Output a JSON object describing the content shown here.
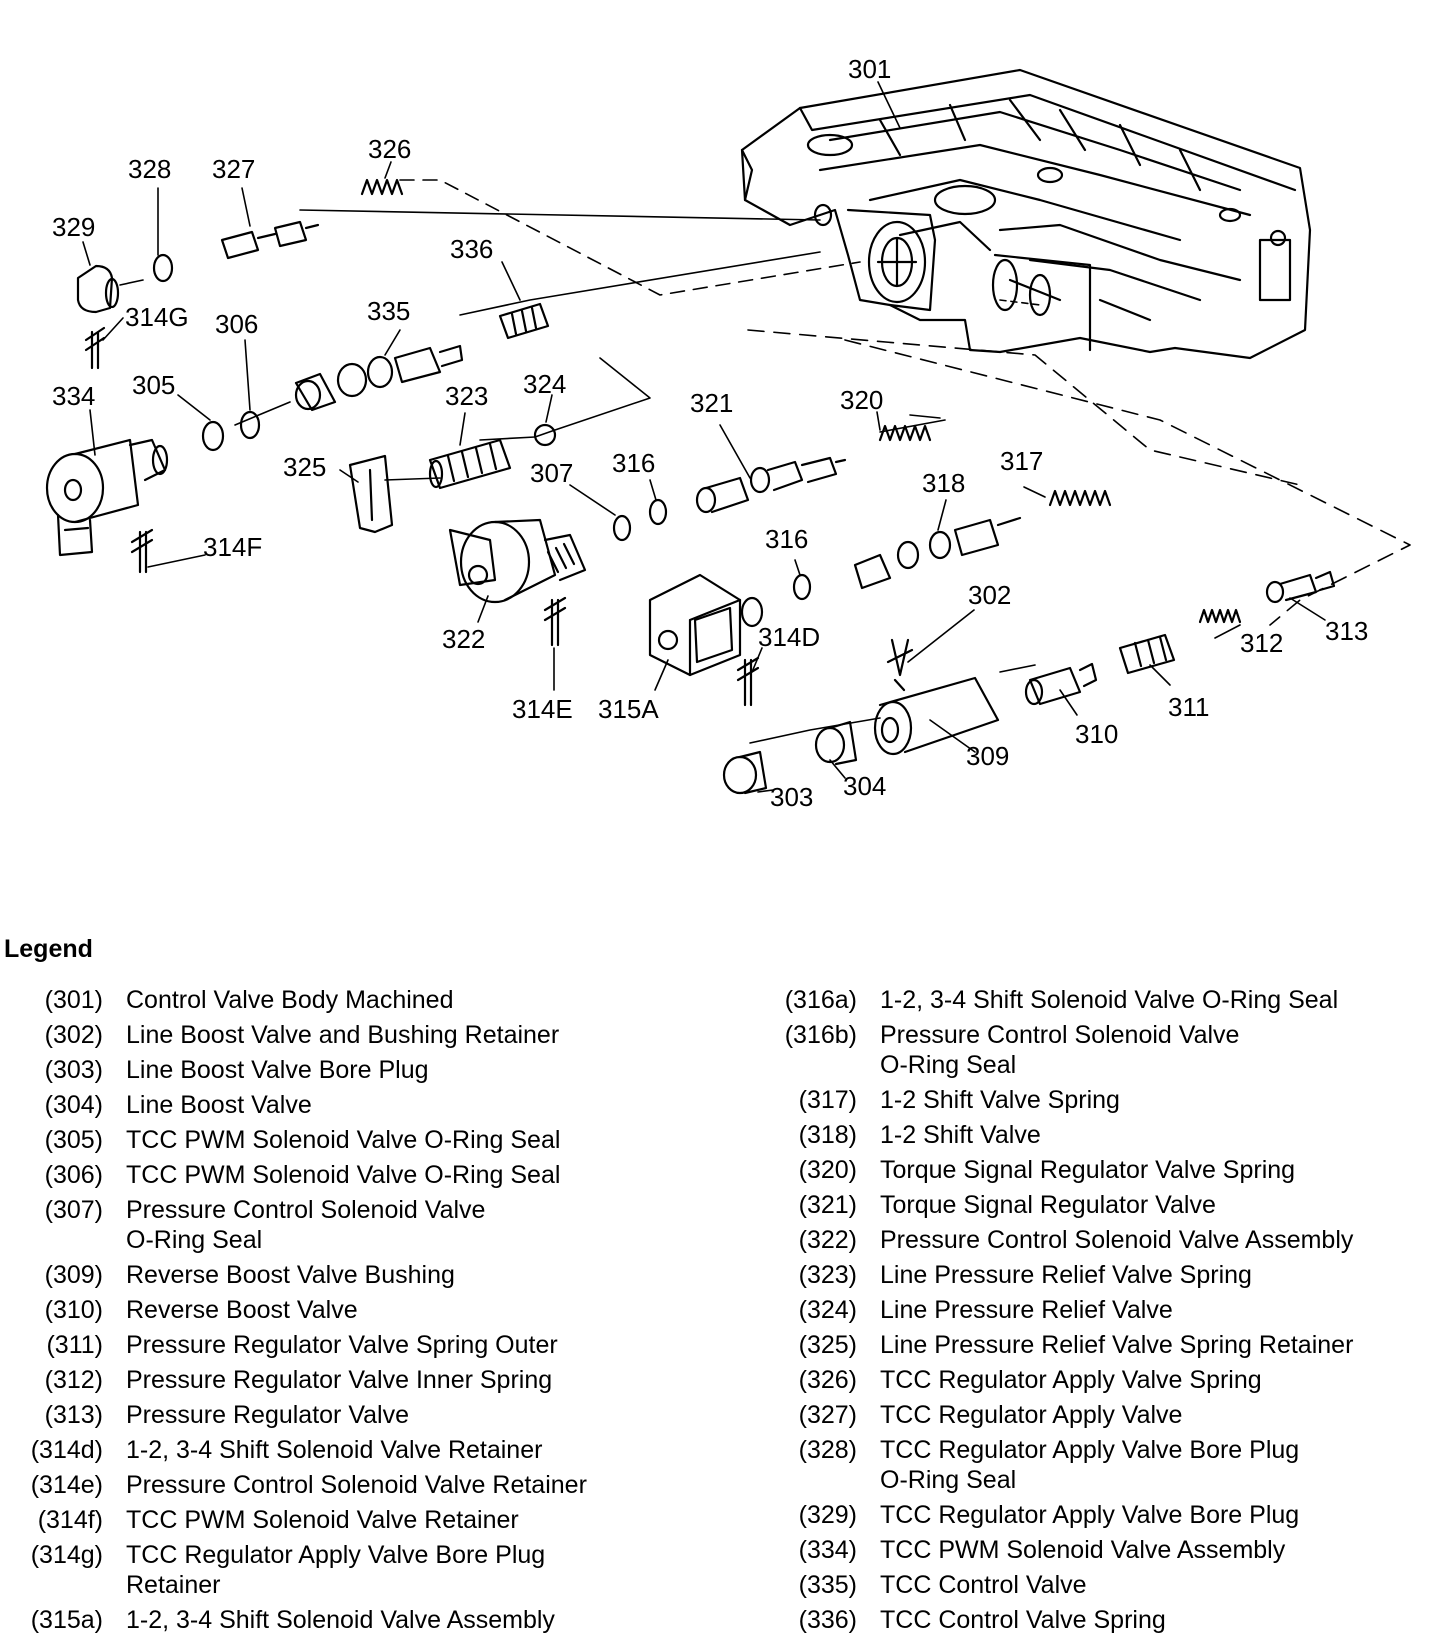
{
  "callouts": {
    "c301": "301",
    "c326": "326",
    "c327": "327",
    "c328": "328",
    "c329": "329",
    "c336": "336",
    "c314g": "314G",
    "c306": "306",
    "c335": "335",
    "c334": "334",
    "c305": "305",
    "c323": "323",
    "c324": "324",
    "c321": "321",
    "c320": "320",
    "c325": "325",
    "c307": "307",
    "c316a": "316",
    "c317": "317",
    "c318": "318",
    "c314f": "314F",
    "c316b": "316",
    "c322": "322",
    "c302": "302",
    "c313": "313",
    "c314d": "314D",
    "c312": "312",
    "c311": "311",
    "c314e": "314E",
    "c315a": "315A",
    "c310": "310",
    "c309": "309",
    "c304": "304",
    "c303": "303"
  },
  "legend": {
    "title": "Legend",
    "left": [
      {
        "code": "(301)",
        "text": "Control Valve Body Machined"
      },
      {
        "code": "(302)",
        "text": "Line Boost Valve and Bushing Retainer"
      },
      {
        "code": "(303)",
        "text": "Line Boost Valve Bore Plug"
      },
      {
        "code": "(304)",
        "text": "Line Boost Valve"
      },
      {
        "code": "(305)",
        "text": "TCC PWM Solenoid Valve O-Ring Seal"
      },
      {
        "code": "(306)",
        "text": "TCC PWM Solenoid Valve O-Ring Seal"
      },
      {
        "code": "(307)",
        "text": "Pressure Control Solenoid Valve\nO-Ring Seal"
      },
      {
        "code": "(309)",
        "text": "Reverse Boost Valve Bushing"
      },
      {
        "code": "(310)",
        "text": "Reverse Boost Valve"
      },
      {
        "code": "(311)",
        "text": "Pressure Regulator Valve Spring Outer"
      },
      {
        "code": "(312)",
        "text": "Pressure Regulator Valve Inner Spring"
      },
      {
        "code": "(313)",
        "text": "Pressure Regulator Valve"
      },
      {
        "code": "(314d)",
        "text": "1-2, 3-4 Shift Solenoid Valve Retainer"
      },
      {
        "code": "(314e)",
        "text": "Pressure Control Solenoid Valve Retainer"
      },
      {
        "code": "(314f)",
        "text": "TCC PWM Solenoid Valve Retainer"
      },
      {
        "code": "(314g)",
        "text": "TCC Regulator Apply Valve Bore Plug\nRetainer"
      },
      {
        "code": "(315a)",
        "text": "1-2, 3-4 Shift Solenoid Valve Assembly"
      }
    ],
    "right": [
      {
        "code": "(316a)",
        "text": "1-2, 3-4 Shift Solenoid Valve O-Ring Seal"
      },
      {
        "code": "(316b)",
        "text": "Pressure Control Solenoid Valve\nO-Ring Seal"
      },
      {
        "code": "(317)",
        "text": "1-2 Shift Valve Spring"
      },
      {
        "code": "(318)",
        "text": "1-2 Shift Valve"
      },
      {
        "code": "(320)",
        "text": "Torque Signal Regulator Valve Spring"
      },
      {
        "code": "(321)",
        "text": "Torque Signal Regulator Valve"
      },
      {
        "code": "(322)",
        "text": "Pressure Control Solenoid Valve Assembly"
      },
      {
        "code": "(323)",
        "text": "Line Pressure Relief Valve Spring"
      },
      {
        "code": "(324)",
        "text": "Line Pressure Relief Valve"
      },
      {
        "code": "(325)",
        "text": "Line Pressure Relief Valve Spring Retainer"
      },
      {
        "code": "(326)",
        "text": "TCC Regulator Apply Valve Spring"
      },
      {
        "code": "(327)",
        "text": "TCC Regulator Apply Valve"
      },
      {
        "code": "(328)",
        "text": "TCC Regulator Apply Valve Bore Plug\nO-Ring Seal"
      },
      {
        "code": "(329)",
        "text": "TCC Regulator Apply Valve Bore Plug"
      },
      {
        "code": "(334)",
        "text": "TCC PWM Solenoid Valve Assembly"
      },
      {
        "code": "(335)",
        "text": "TCC Control Valve"
      },
      {
        "code": "(336)",
        "text": "TCC Control Valve Spring"
      }
    ]
  }
}
